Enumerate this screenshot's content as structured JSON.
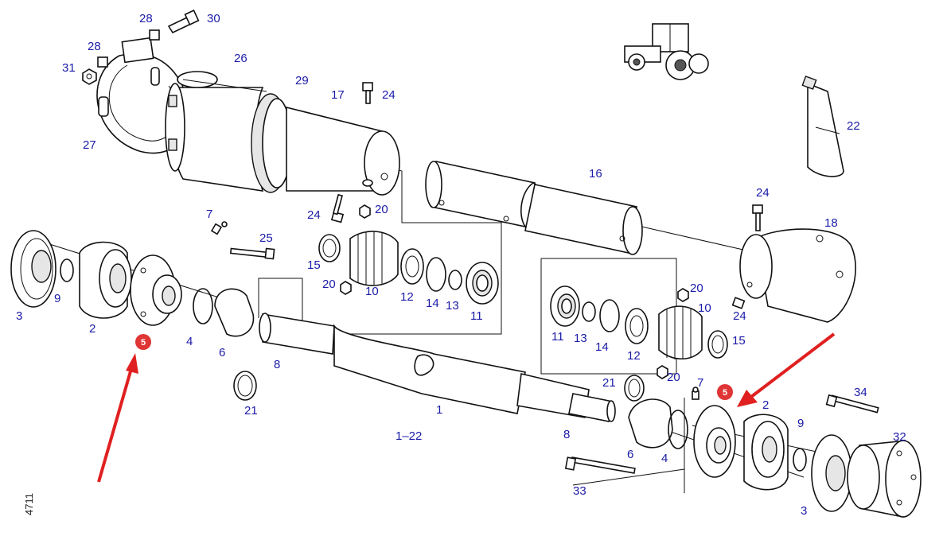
{
  "colors": {
    "label": "#1b1ba8",
    "marker": "#e03535",
    "arrow": "#e02020",
    "line": "#111111"
  },
  "labels": {
    "l28a": "28",
    "l30": "30",
    "l28b": "28",
    "l31": "31",
    "l26": "26",
    "l29": "29",
    "l17": "17",
    "l24a": "24",
    "l27": "27",
    "l22": "22",
    "l16": "16",
    "l24b": "24",
    "l18": "18",
    "l7a": "7",
    "l25": "25",
    "l24c": "24",
    "l20a": "20",
    "l15a": "15",
    "l20b": "20",
    "l10a": "10",
    "l12a": "12",
    "l14a": "14",
    "l13a": "13",
    "l11a": "11",
    "l3a": "3",
    "l9a": "9",
    "l2a": "2",
    "l4a": "4",
    "l6a": "6",
    "l8a": "8",
    "l21a": "21",
    "l1": "1",
    "l1to22": "1–22",
    "l20c": "20",
    "l10b": "10",
    "l24d": "24",
    "l11b": "11",
    "l13b": "13",
    "l14b": "14",
    "l12b": "12",
    "l15b": "15",
    "l20d": "20",
    "l21b": "21",
    "l7b": "7",
    "l2b": "2",
    "l34": "34",
    "l8b": "8",
    "l9b": "9",
    "l32": "32",
    "l6b": "6",
    "l4b": "4",
    "l33": "33",
    "l3b": "3"
  },
  "markers": {
    "m5a": "5",
    "m5b": "5"
  },
  "side_code": "4711",
  "icons": {
    "tractor": "tractor-icon",
    "grease_tube": "grease-tube-icon"
  }
}
